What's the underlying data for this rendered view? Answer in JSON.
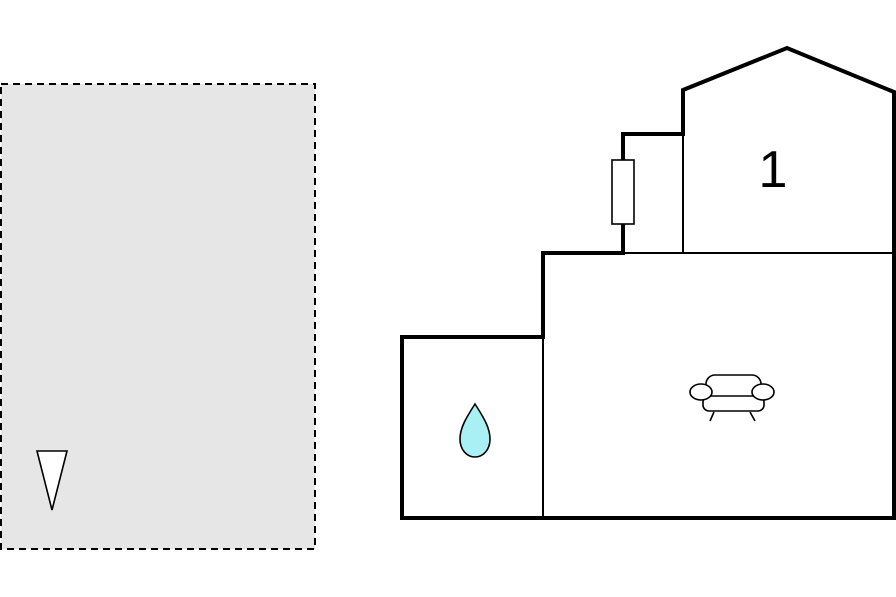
{
  "floor_plan": {
    "outdoor_area": {
      "fill_color": "#e6e6e6",
      "border": "dashed",
      "marker_icon": "orientation-triangle-icon"
    },
    "building": {
      "wall_color": "#000000",
      "rooms": [
        {
          "name": "bedroom",
          "label": "1"
        },
        {
          "name": "hallway",
          "label": ""
        },
        {
          "name": "living-room",
          "label": "",
          "icon": "sofa-icon"
        },
        {
          "name": "bathroom",
          "label": "",
          "icon": "water-drop-icon",
          "icon_color": "#a8f0f4"
        }
      ],
      "window_icon": "window-icon"
    }
  }
}
